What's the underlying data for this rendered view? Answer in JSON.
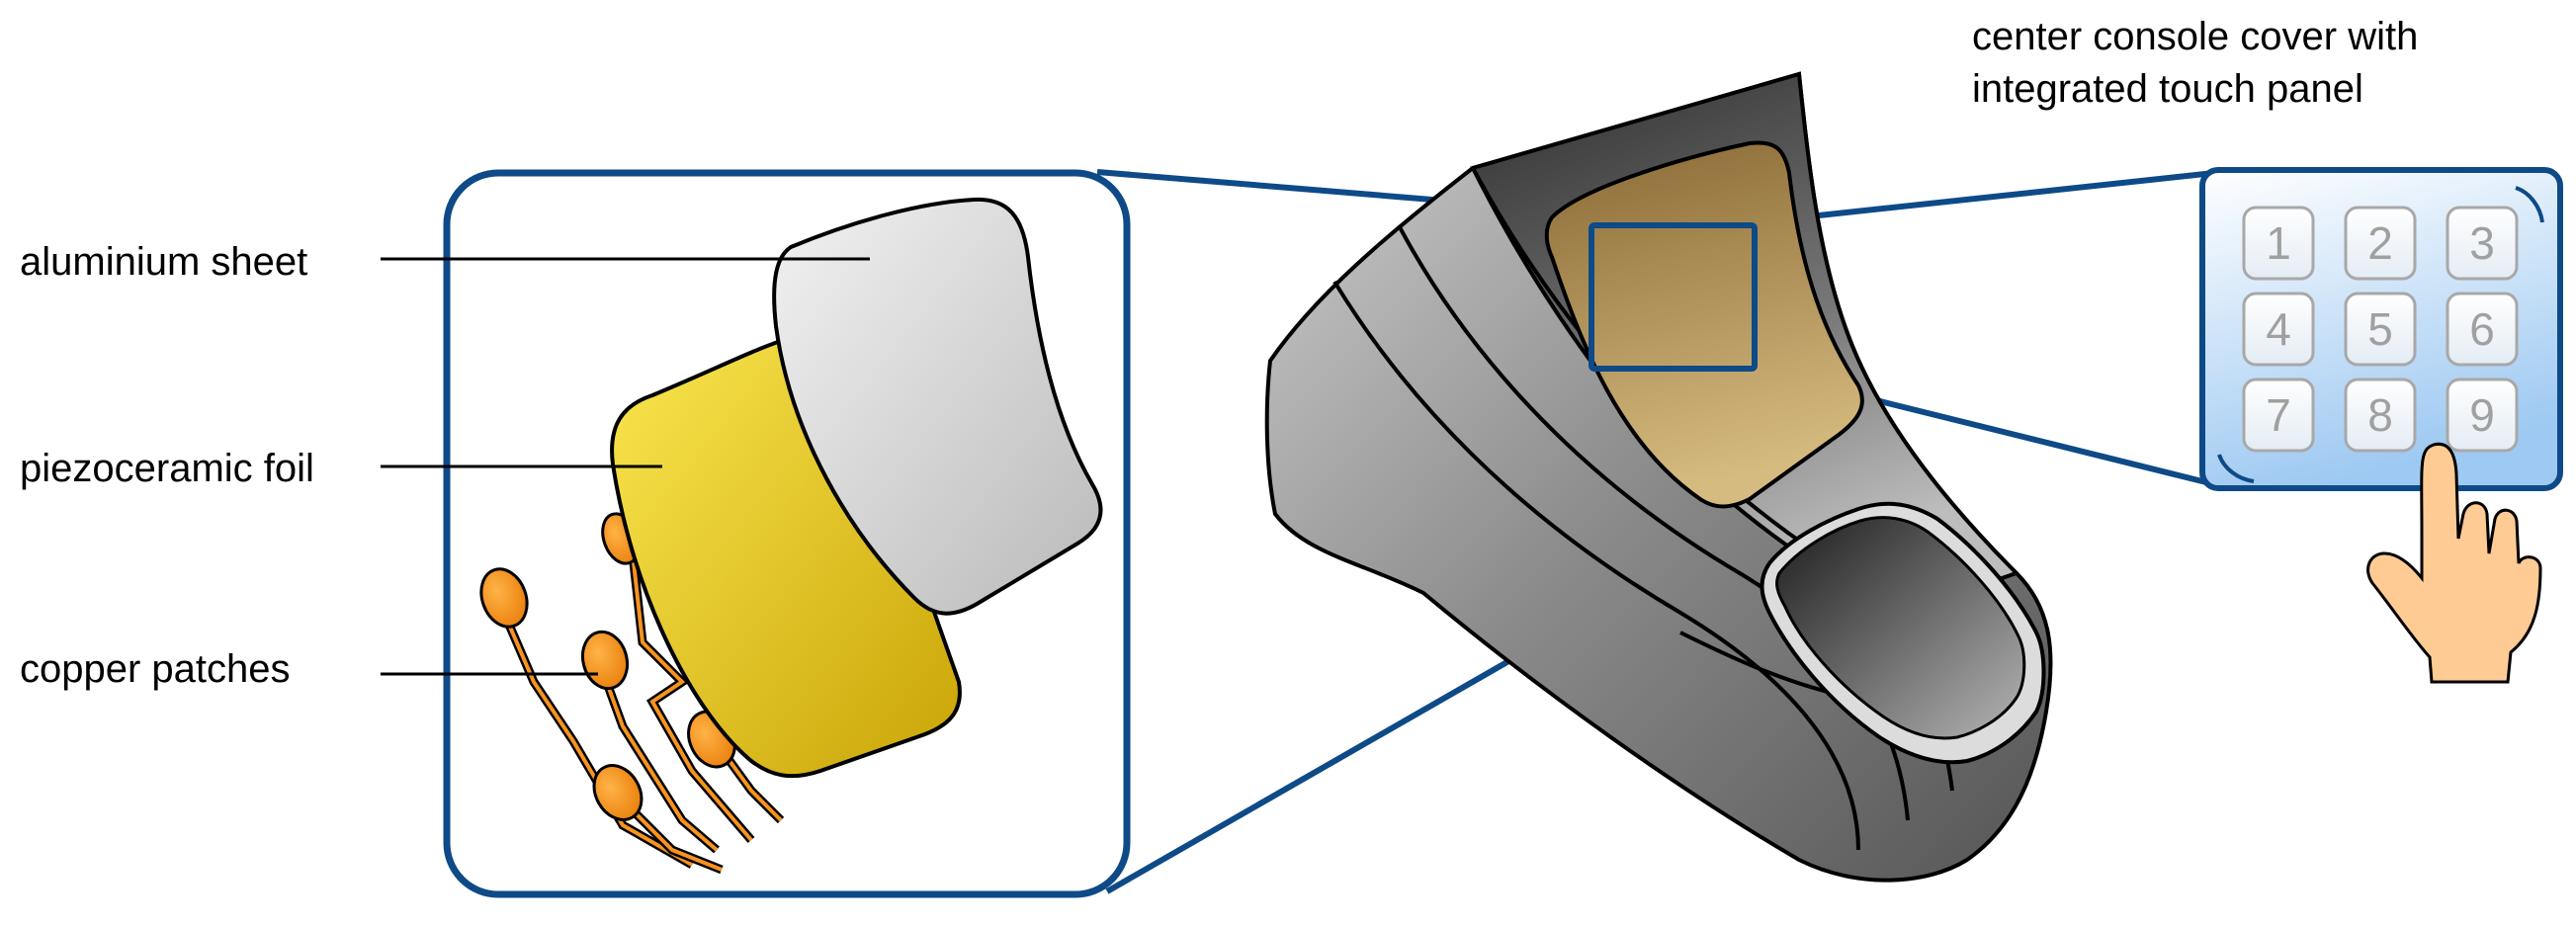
{
  "labels": {
    "aluminium": "aluminium sheet",
    "piezo": "piezoceramic foil",
    "copper": "copper patches",
    "console_line1": "center console cover with",
    "console_line2": "integrated touch panel"
  },
  "keypad": {
    "keys": [
      "1",
      "2",
      "3",
      "4",
      "5",
      "6",
      "7",
      "8",
      "9"
    ]
  },
  "colors": {
    "frame": "#0e4a87",
    "aluminium_light": "#f2f2f2",
    "aluminium_dark": "#bdbdbd",
    "piezo_light": "#fae64f",
    "piezo_dark": "#c9a406",
    "copper": "#f7931e",
    "console_dark": "#3a3a3a",
    "console_light": "#c8c8c8",
    "touch_brown_top": "#8a6a35",
    "touch_brown_bottom": "#d6bb80",
    "keypad_top": "#ffffff",
    "keypad_bottom": "#9ec9f2",
    "skin": "#ffcb95"
  }
}
